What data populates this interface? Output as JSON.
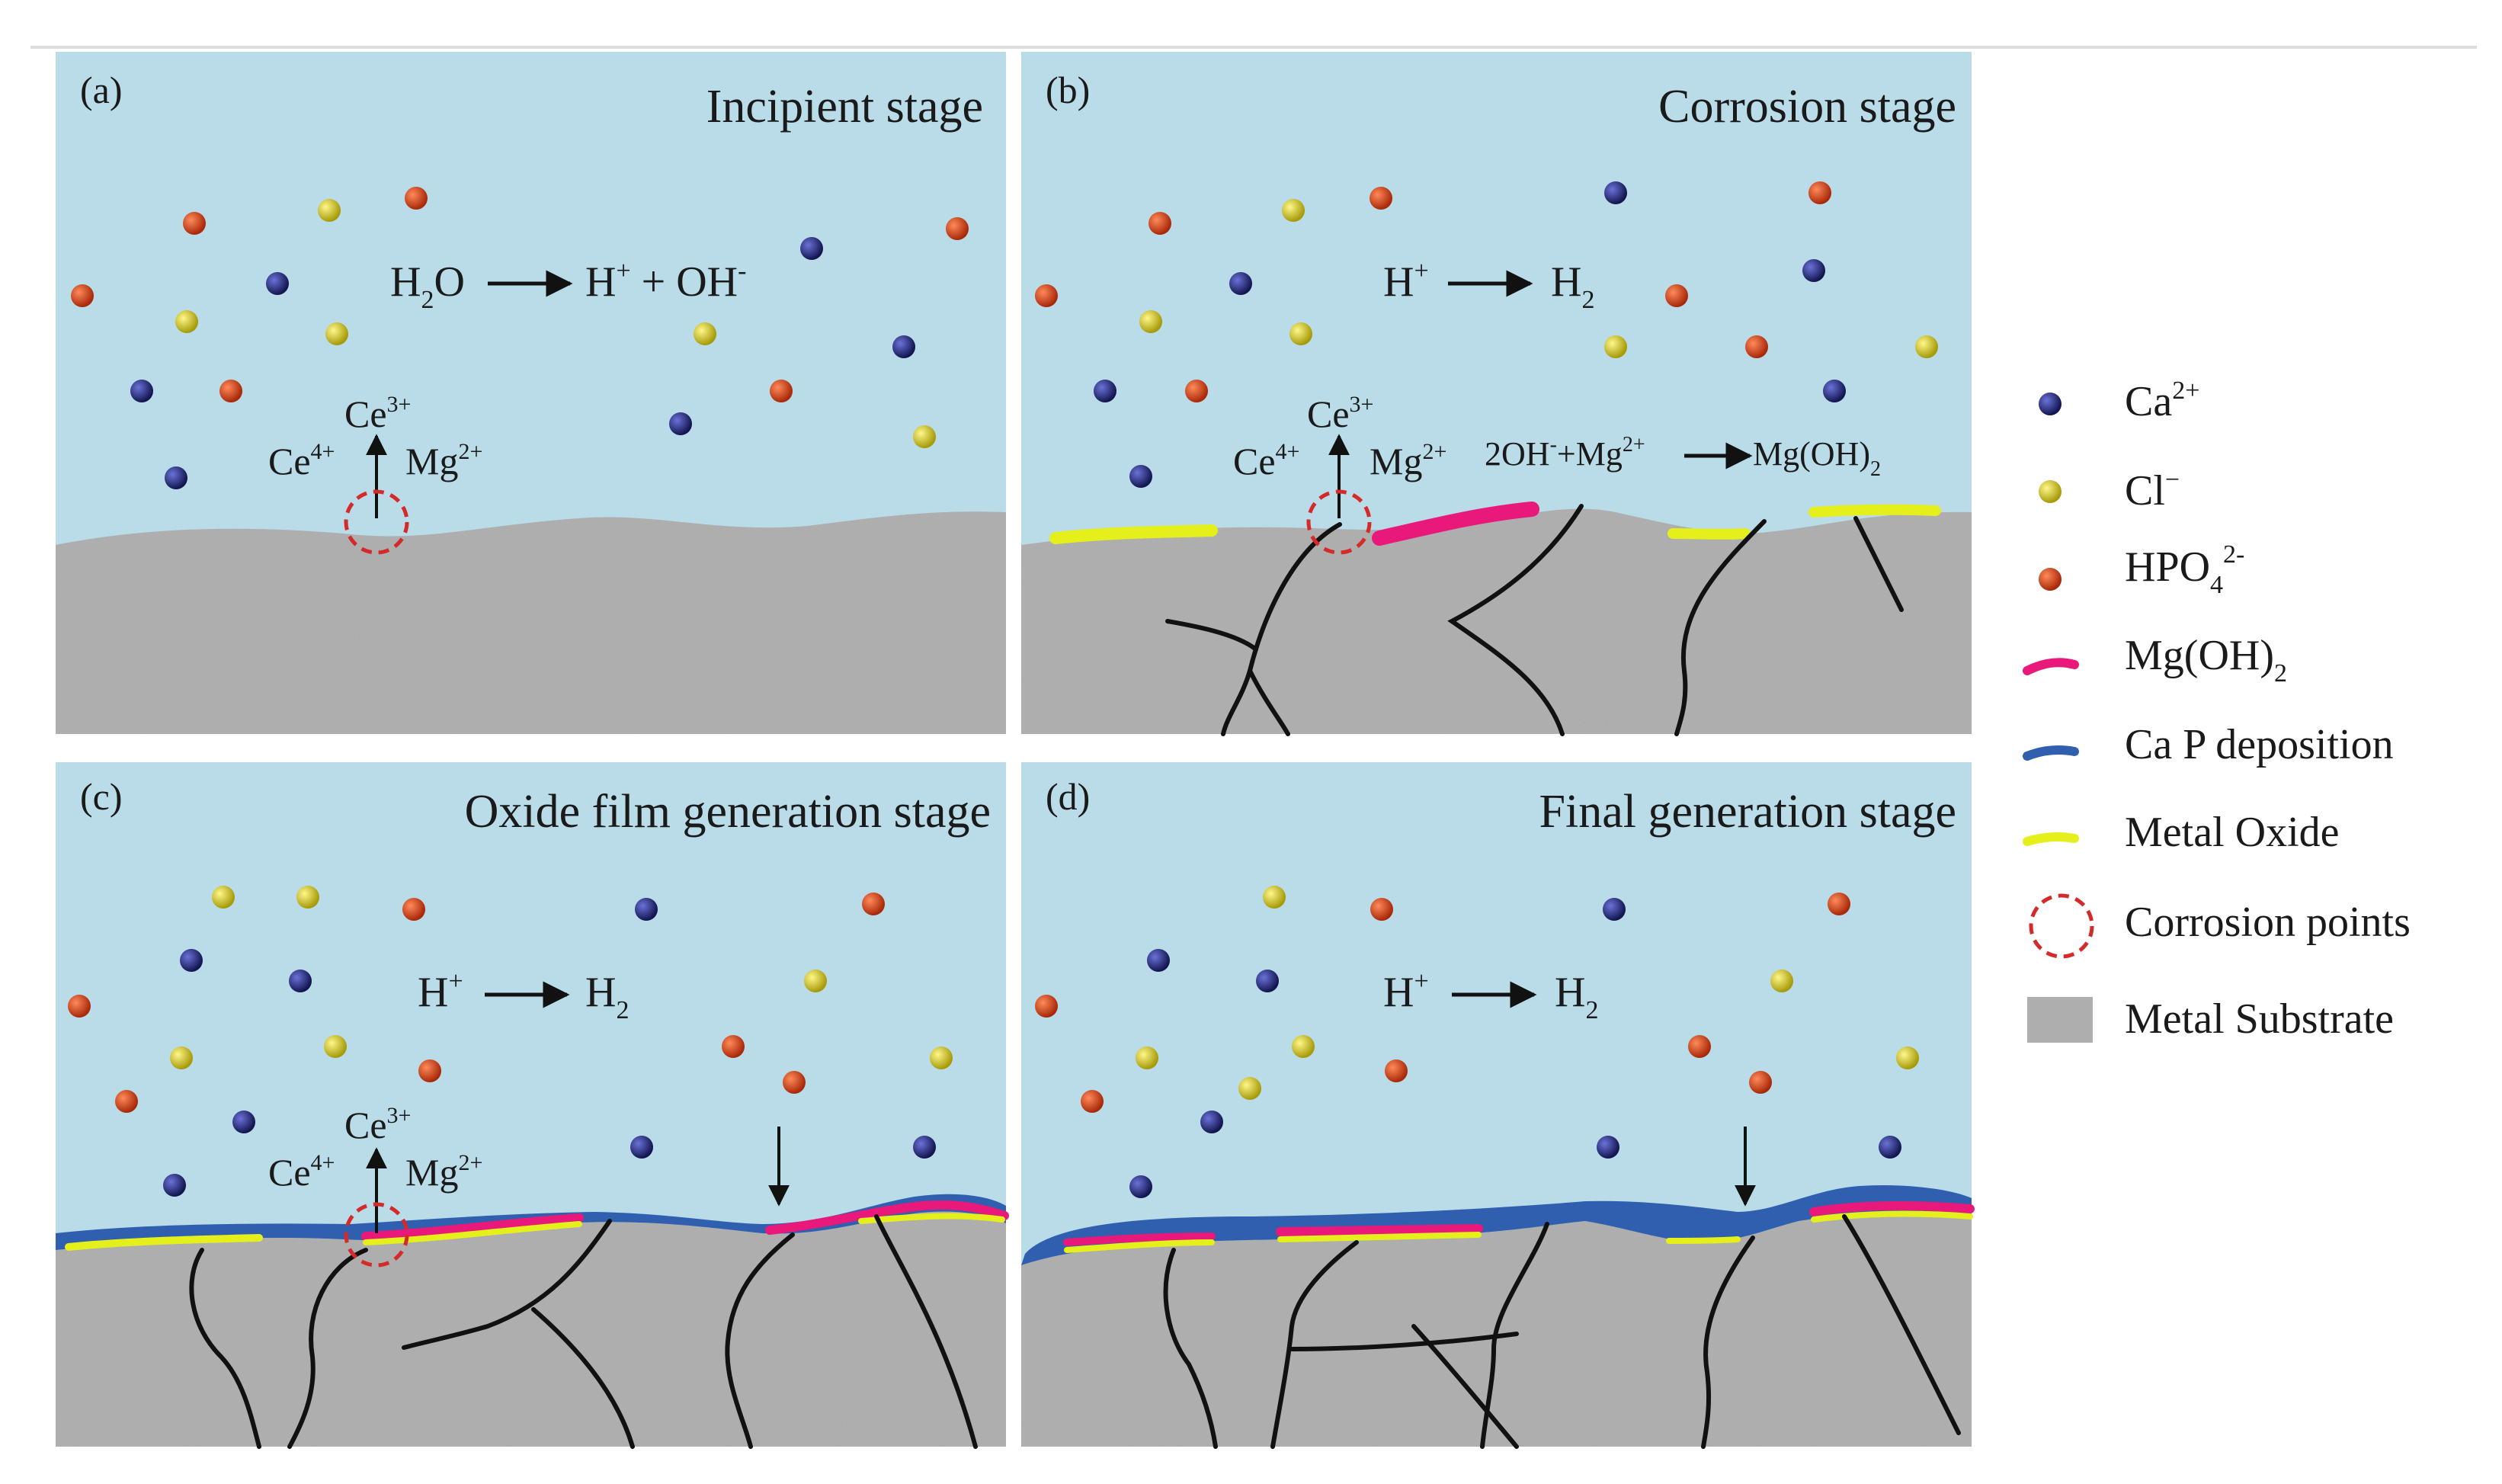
{
  "panels": [
    {
      "id": "a",
      "letter": "(a)",
      "title": "Incipient stage",
      "reaction": {
        "left": "H",
        "left_sub": "2",
        "left_tail": "O",
        "right": "H",
        "right_sup": "+",
        "right_mid": " + OH",
        "right_sup2": "-"
      },
      "ce_top": "Ce",
      "ce_top_sup": "3+",
      "ce_left": "Ce",
      "ce_left_sup": "4+",
      "mg": "Mg",
      "mg_sup": "2+"
    },
    {
      "id": "b",
      "letter": "(b)",
      "title": "Corrosion stage",
      "reaction": {
        "left": "H",
        "left_sup": "+",
        "right": "H",
        "right_sub": "2"
      },
      "ce_top": "Ce",
      "ce_top_sup": "3+",
      "ce_left": "Ce",
      "ce_left_sup": "4+",
      "mg": "Mg",
      "mg_sup": "2+",
      "reaction2": {
        "left": "2OH",
        "left_sup": "-",
        "mid": "+Mg",
        "mid_sup": "2+",
        "right": "Mg(OH)",
        "right_sub": "2"
      }
    },
    {
      "id": "c",
      "letter": "(c)",
      "title": "Oxide film generation stage",
      "reaction": {
        "left": "H",
        "left_sup": "+",
        "right": "H",
        "right_sub": "2"
      },
      "ce_top": "Ce",
      "ce_top_sup": "3+",
      "ce_left": "Ce",
      "ce_left_sup": "4+",
      "mg": "Mg",
      "mg_sup": "2+"
    },
    {
      "id": "d",
      "letter": "(d)",
      "title": "Final generation stage",
      "reaction": {
        "left": "H",
        "left_sup": "+",
        "right": "H",
        "right_sub": "2"
      }
    }
  ],
  "legend": [
    {
      "key": "ca",
      "label": "Ca",
      "sup": "2+",
      "symbol": "ball",
      "color": "#1b1f6e"
    },
    {
      "key": "cl",
      "label": "Cl",
      "sup": "−",
      "symbol": "ball",
      "color": "#d6cc1a"
    },
    {
      "key": "hpo4",
      "label": "HPO",
      "sub": "4",
      "sup": "2-",
      "symbol": "ball",
      "color": "#d4411a"
    },
    {
      "key": "mgoh2",
      "label": "Mg(OH)",
      "sub": "2",
      "symbol": "stroke",
      "color": "#e8197a"
    },
    {
      "key": "cap",
      "label": "Ca P deposition",
      "symbol": "stroke",
      "color": "#2f5fae"
    },
    {
      "key": "oxide",
      "label": "Metal Oxide",
      "symbol": "stroke",
      "color": "#e4ef1c"
    },
    {
      "key": "corr",
      "label": "Corrosion points",
      "symbol": "dashed-circle",
      "color": "#d42a2a"
    },
    {
      "key": "substrate",
      "label": "Metal Substrate",
      "symbol": "square",
      "color": "#a9a9a9"
    }
  ],
  "colors": {
    "solution": "#b9dce8",
    "substrate": "#a9a9a9",
    "crack": "#111111",
    "ca": "#1b1f6e",
    "cl": "#d6cc1a",
    "hpo4": "#d4411a",
    "mgoh2": "#e8197a",
    "cap": "#2f5fae",
    "oxide": "#e4ef1c",
    "corrosion_point": "#d42a2a"
  }
}
